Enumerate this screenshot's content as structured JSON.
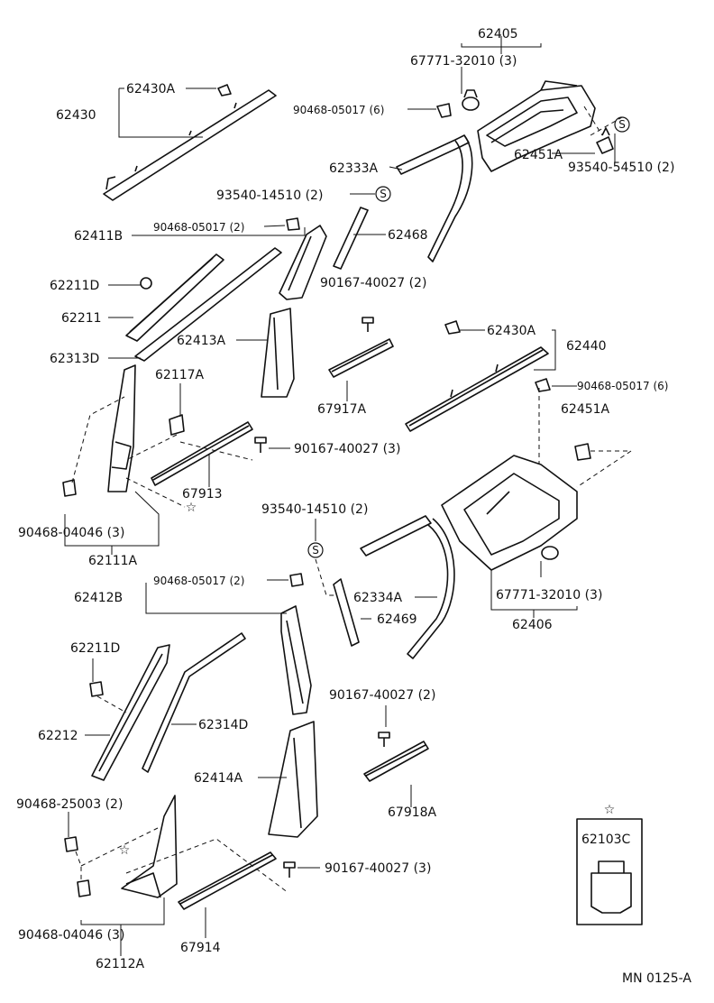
{
  "diagram_id": "MN 0125-A",
  "labels": {
    "p62405": "62405",
    "p67771_32010_top": "67771-32010 (3)",
    "p90468_05017_6a": "90468-05017 (6)",
    "p62451A_top": "62451A",
    "p93540_54510": "93540-54510 (2)",
    "p62430A_top": "62430A",
    "p62430": "62430",
    "p62333A": "62333A",
    "p93540_14510_top": "93540-14510 (2)",
    "p62411B": "62411B",
    "p90468_05017_2a": "90468-05017 (2)",
    "p62468": "62468",
    "p62211D_top": "62211D",
    "p90167_40027_2a": "90167-40027 (2)",
    "p62211": "62211",
    "p62413A": "62413A",
    "p62430A_right": "62430A",
    "p62440": "62440",
    "p62313D": "62313D",
    "p62117A": "62117A",
    "p90468_05017_6b": "90468-05017 (6)",
    "p67917A": "67917A",
    "p62451A_right": "62451A",
    "p90167_40027_3a": "90167-40027 (3)",
    "p67913": "67913",
    "p90468_04046_top": "90468-04046 (3)",
    "p62111A": "62111A",
    "p93540_14510_mid": "93540-14510 (2)",
    "p90468_05017_2b": "90468-05017 (2)",
    "p62412B": "62412B",
    "p62334A": "62334A",
    "p67771_32010_bot": "67771-32010 (3)",
    "p62469": "62469",
    "p62406": "62406",
    "p62211D_bot": "62211D",
    "p62212": "62212",
    "p62314D": "62314D",
    "p90167_40027_2b": "90167-40027 (2)",
    "p62414A": "62414A",
    "p67918A": "67918A",
    "p90468_25003": "90468-25003 (2)",
    "p90167_40027_3b": "90167-40027 (3)",
    "p90468_04046_bot": "90468-04046 (3)",
    "p67914": "67914",
    "p62112A": "62112A",
    "p62103C": "62103C",
    "symbol_s": "S",
    "symbol_star": "☆"
  }
}
